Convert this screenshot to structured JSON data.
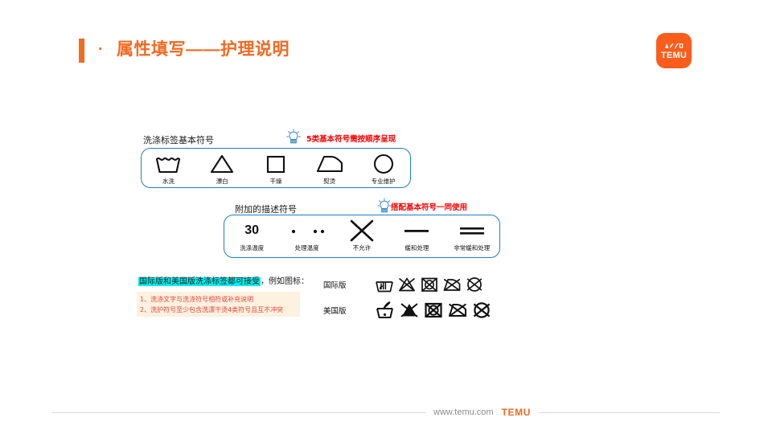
{
  "header": {
    "bullet": "·",
    "title": "属性填写——护理说明"
  },
  "logo": {
    "glyphs": "▲✎⌁▣",
    "word": "TEMU"
  },
  "sections": {
    "basic": {
      "caption": "洗涤标签基本符号",
      "tip": "5类基本符号需按顺序呈现",
      "bulb_icon": "lightbulb-icon",
      "items": [
        {
          "label": "水洗",
          "icon": "wash-tub-icon"
        },
        {
          "label": "漂白",
          "icon": "bleach-triangle-icon"
        },
        {
          "label": "干燥",
          "icon": "dry-square-icon"
        },
        {
          "label": "熨烫",
          "icon": "iron-icon"
        },
        {
          "label": "专业维护",
          "icon": "professional-care-circle-icon"
        }
      ]
    },
    "extra": {
      "caption": "附加的描述符号",
      "tip": "搭配基本符号一同使用",
      "bulb_icon": "lightbulb-icon",
      "items": [
        {
          "label": "洗涤温度",
          "icon": "temperature-number-icon",
          "value": "30"
        },
        {
          "label": "处理温度",
          "icon": "dots-temperature-icon"
        },
        {
          "label": "不允许",
          "icon": "cross-not-allowed-icon"
        },
        {
          "label": "缓和处理",
          "icon": "single-bar-icon"
        },
        {
          "label": "非常缓和处理",
          "icon": "double-bar-icon"
        }
      ]
    }
  },
  "notes": {
    "highlighted": "国际版和美国版洗涤标签都可接受",
    "tail": "，例如图标：",
    "rules": [
      "1、洗涤文字与洗涤符号相符或补充说明",
      "2、洗护符号至少包含洗漂干烫4类符号且互不冲突"
    ]
  },
  "examples": [
    {
      "label": "国际版",
      "icons": [
        "hand-wash-tub-icon",
        "no-bleach-triangle-icon",
        "no-tumble-dry-icon",
        "no-iron-icon",
        "no-dry-clean-icon"
      ]
    },
    {
      "label": "美国版",
      "icons": [
        "hand-wash-tub-filled-icon",
        "no-bleach-triangle-filled-icon",
        "no-tumble-dry-filled-icon",
        "no-iron-filled-icon",
        "no-dry-clean-filled-icon"
      ]
    }
  ],
  "footer": {
    "url": "www.temu.com",
    "brand": "TEMU"
  },
  "colors": {
    "accent": "#f36a21",
    "logo": "#fb5d1d",
    "box_border": "#1f7ec4",
    "tip_red": "#ff0000",
    "note_red": "#e8453c",
    "note_bg": "#fdf1e0",
    "highlight": "#00f0f0"
  }
}
